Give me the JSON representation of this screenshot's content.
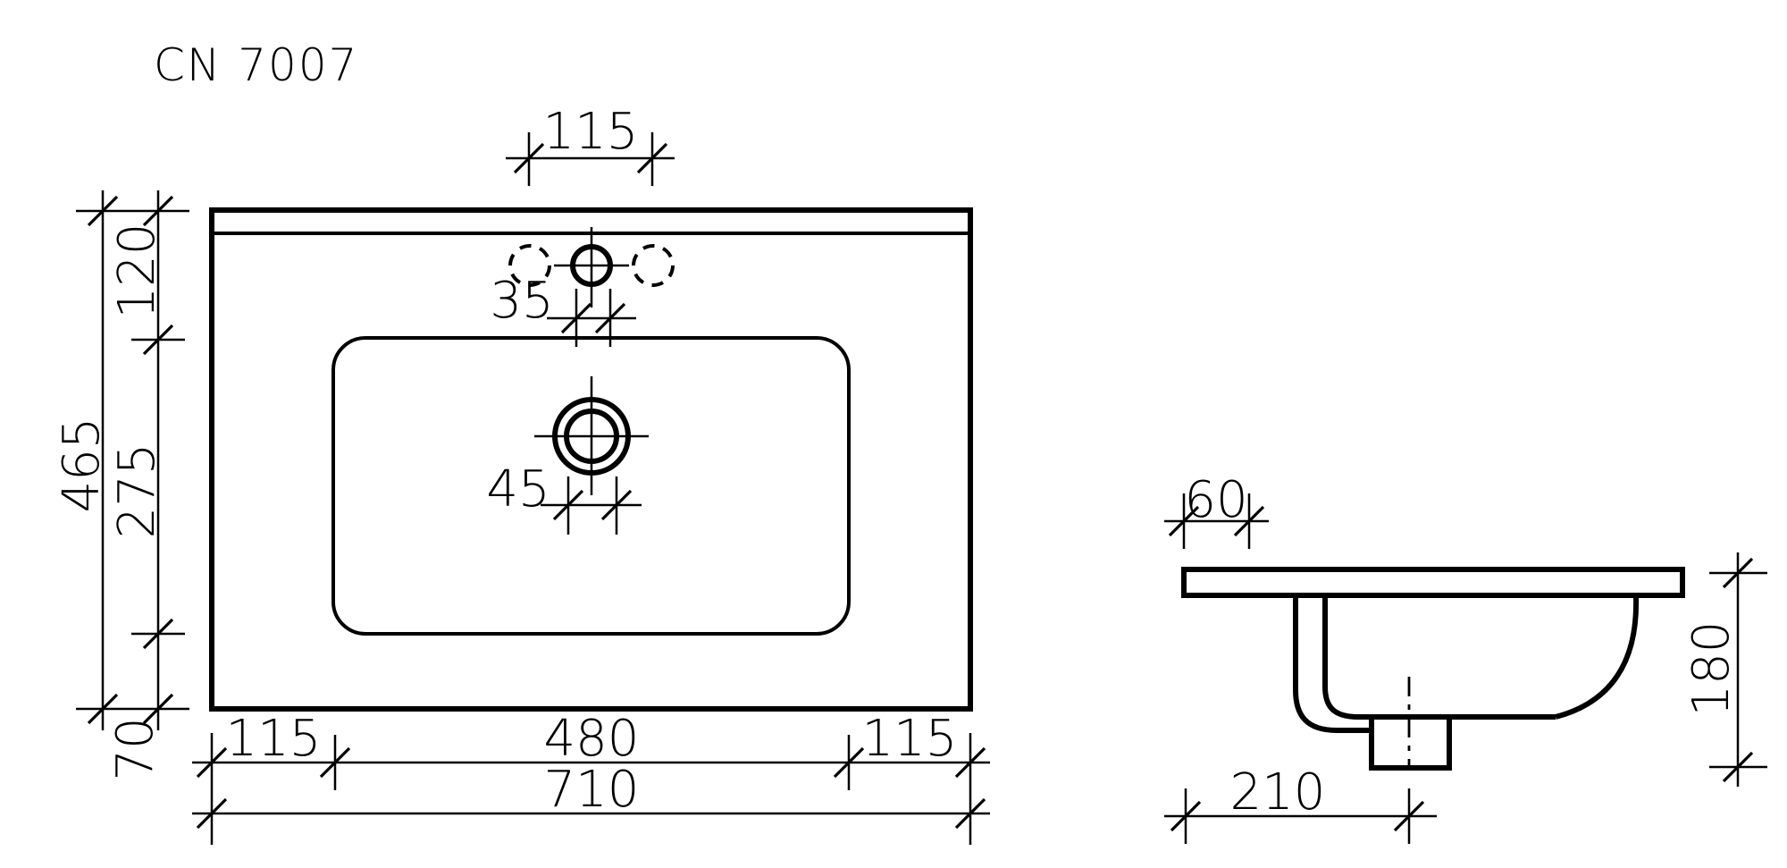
{
  "title": "CN 7007",
  "colors": {
    "ink": "#000000",
    "paper": "#ffffff"
  },
  "top_view": {
    "faucet_hole_spacing": "115",
    "faucet_hole_diameter": "35",
    "drain_hole_diameter": "45",
    "total_depth": "465",
    "back_edge_to_bowl": "120",
    "bowl_depth": "275",
    "bowl_to_front_edge": "70",
    "bottom_left_segment": "115",
    "bowl_width": "480",
    "bottom_right_segment": "115",
    "total_width": "710"
  },
  "side_view": {
    "rim_overhang": "60",
    "total_height": "180",
    "drain_center_offset": "210"
  }
}
